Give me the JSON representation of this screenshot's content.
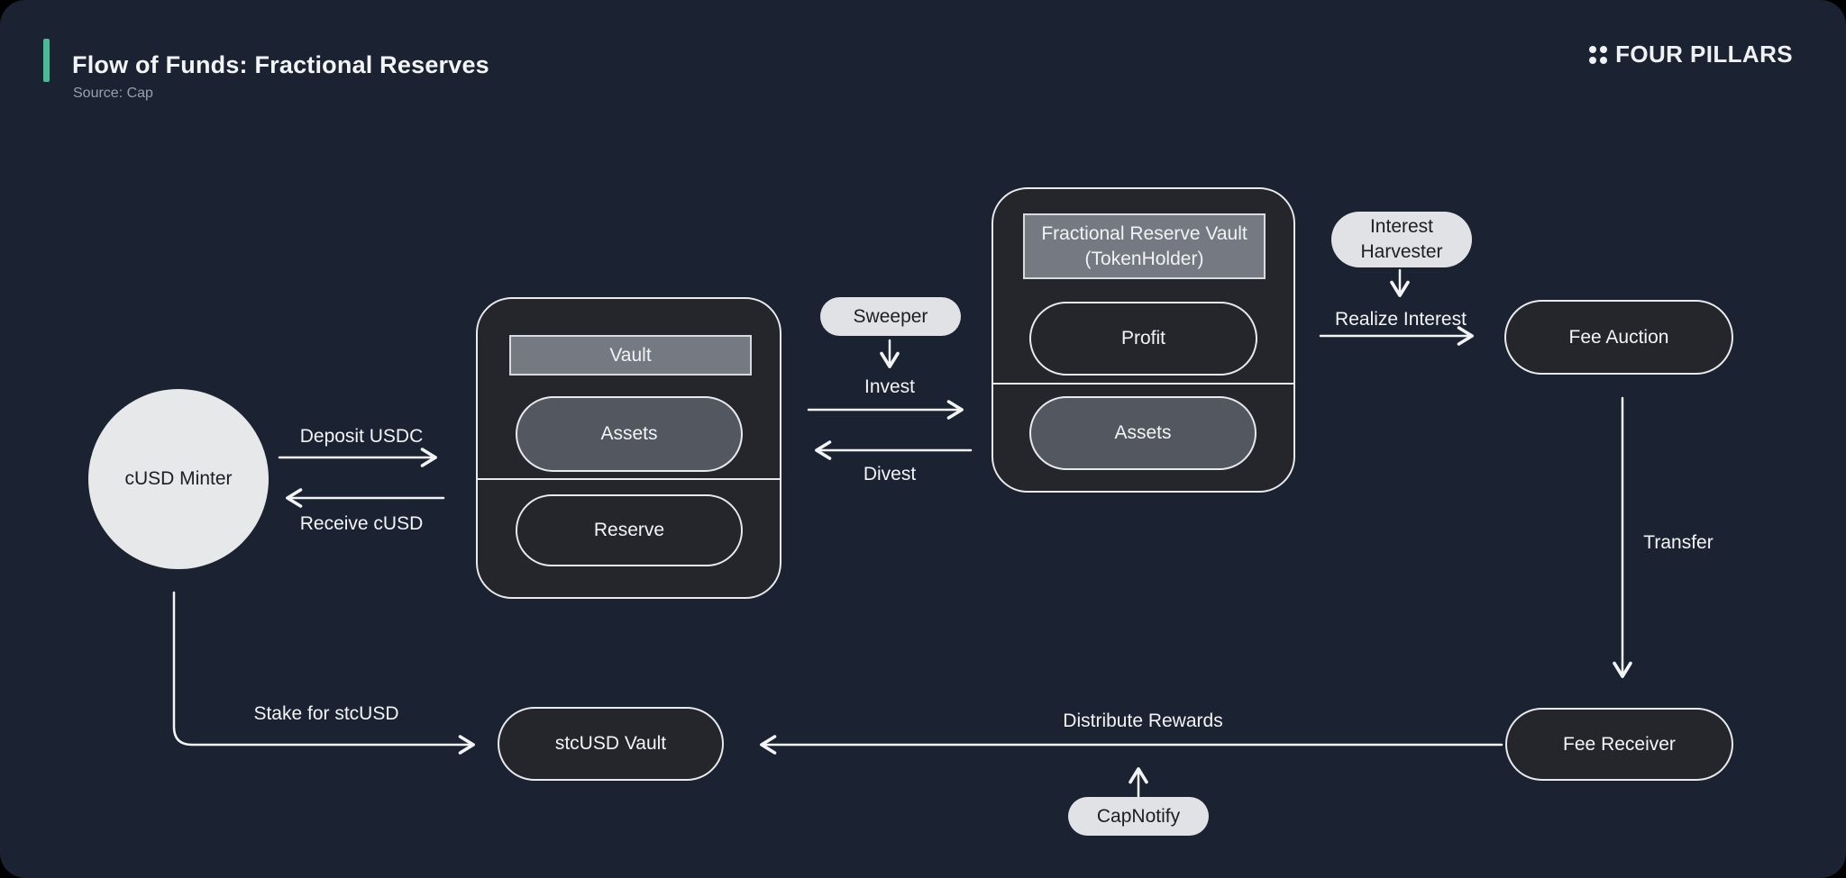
{
  "header": {
    "title": "Flow of Funds: Fractional Reserves",
    "source": "Source: Cap",
    "logo_text": "FOUR PILLARS"
  },
  "colors": {
    "canvas_bg": "#1B2231",
    "box_fill": "#24262B",
    "border_light": "#E8EAED",
    "gray_header_fill": "#757A82",
    "gray_pill_fill": "#53575F",
    "light_pill_fill": "#E1E2E5",
    "light_text": "#F2F4F6",
    "dark_text": "#1B1E24",
    "muted_text": "#98A0AC",
    "accent_teal": "#4FB795"
  },
  "nodes": {
    "cusd_minter": {
      "label": "cUSD Minter"
    },
    "vault_box": {
      "header": "Vault",
      "assets": "Assets",
      "reserve": "Reserve"
    },
    "sweeper": {
      "label": "Sweeper"
    },
    "frv_box": {
      "header_line1": "Fractional Reserve Vault",
      "header_line2": "(TokenHolder)",
      "profit": "Profit",
      "assets": "Assets"
    },
    "interest_harvester": {
      "line1": "Interest",
      "line2": "Harvester"
    },
    "fee_auction": {
      "label": "Fee Auction"
    },
    "fee_receiver": {
      "label": "Fee Receiver"
    },
    "stcusd_vault": {
      "label": "stcUSD Vault"
    },
    "capnotify": {
      "label": "CapNotify"
    }
  },
  "edges": {
    "deposit_usdc": "Deposit USDC",
    "receive_cusd": "Receive cUSD",
    "invest": "Invest",
    "divest": "Divest",
    "realize_interest": "Realize Interest",
    "transfer": "Transfer",
    "distribute_rewards": "Distribute Rewards",
    "stake_for_stcusd": "Stake for stcUSD",
    "capnotify_notify": ""
  }
}
